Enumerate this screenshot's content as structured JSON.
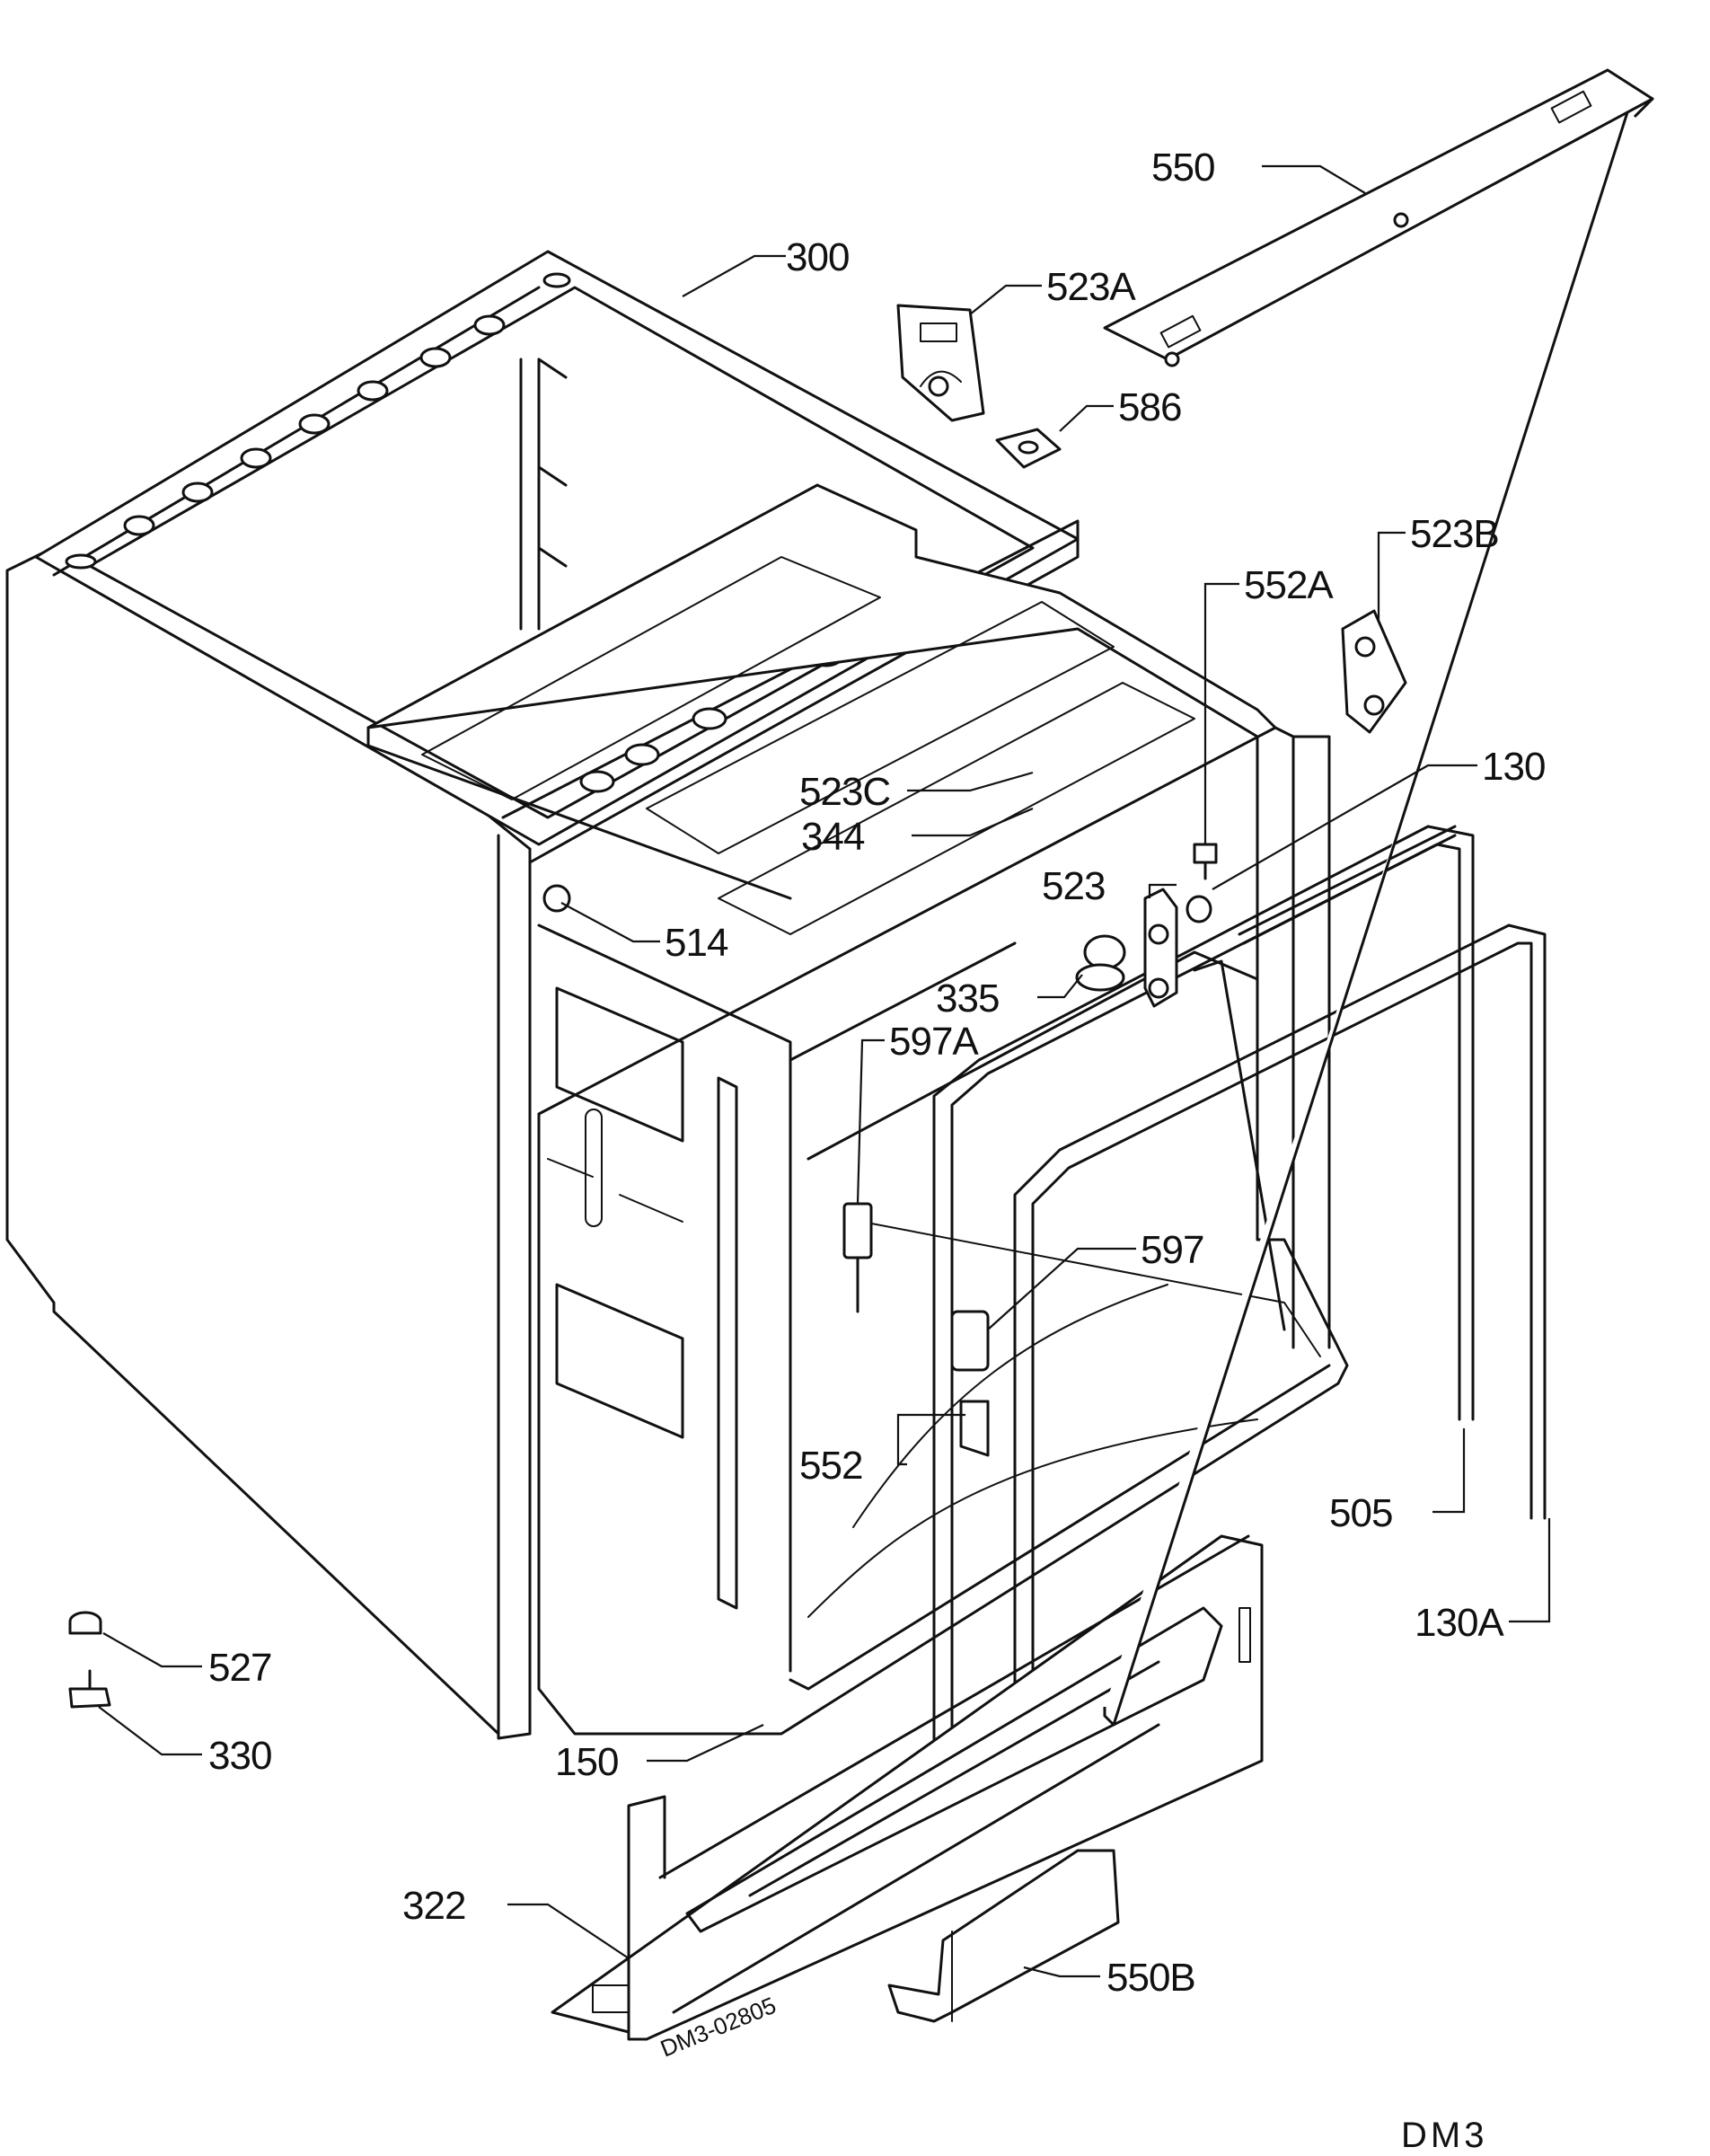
{
  "labels": {
    "p550": "550",
    "p300": "300",
    "p523A": "523A",
    "p586": "586",
    "p523B": "523B",
    "p552A": "552A",
    "p130": "130",
    "p523C": "523C",
    "p344": "344",
    "p523": "523",
    "p514": "514",
    "p335": "335",
    "p597A": "597A",
    "p597": "597",
    "p552": "552",
    "p505": "505",
    "p130A": "130A",
    "p527": "527",
    "p330": "330",
    "p150": "150",
    "p322": "322",
    "p550B": "550B"
  },
  "stamp": "DM3-02805",
  "drawing_code": "DM3"
}
